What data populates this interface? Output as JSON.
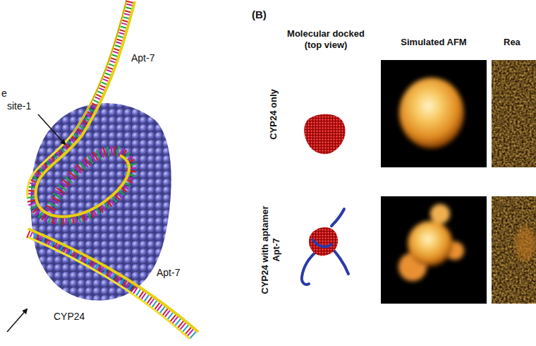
{
  "diagram": {
    "labels": [
      "Apt-7",
      "e",
      "site-1",
      "CYP24",
      "Apt-7",
      "(B)",
      "Molecular docked (top view)",
      "Simulated AFM",
      "Rea",
      "CYP24 only",
      "CYP24 with aptamer Apt-7"
    ]
  }
}
